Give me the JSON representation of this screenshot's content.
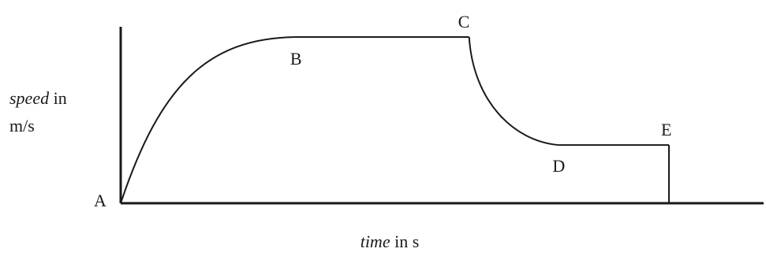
{
  "chart_data": {
    "type": "line",
    "title": "",
    "xlabel": {
      "italic": "time",
      "rest": " in s"
    },
    "ylabel": {
      "italic": "speed",
      "line1_rest": " in",
      "line2": "m/s"
    },
    "axis_ticks": false,
    "grid": false,
    "xlim": [
      0,
      12.5
    ],
    "ylim": [
      0,
      10
    ],
    "points": [
      {
        "label": "A",
        "x": 0,
        "y": 0
      },
      {
        "label": "B",
        "x": 3.4,
        "y": 10
      },
      {
        "label": "C",
        "x": 6.8,
        "y": 10
      },
      {
        "label": "D",
        "x": 8.55,
        "y": 3.5
      },
      {
        "label": "E",
        "x": 10.7,
        "y": 3.5
      }
    ],
    "segments": [
      {
        "from": "A",
        "to": "B",
        "shape": "increasing-concave"
      },
      {
        "from": "B",
        "to": "C",
        "shape": "flat"
      },
      {
        "from": "C",
        "to": "D",
        "shape": "decreasing-convex"
      },
      {
        "from": "D",
        "to": "E",
        "shape": "flat"
      },
      {
        "from": "E",
        "to": "end",
        "shape": "drop-to-zero"
      }
    ],
    "line_color": "#1a1a1a"
  }
}
